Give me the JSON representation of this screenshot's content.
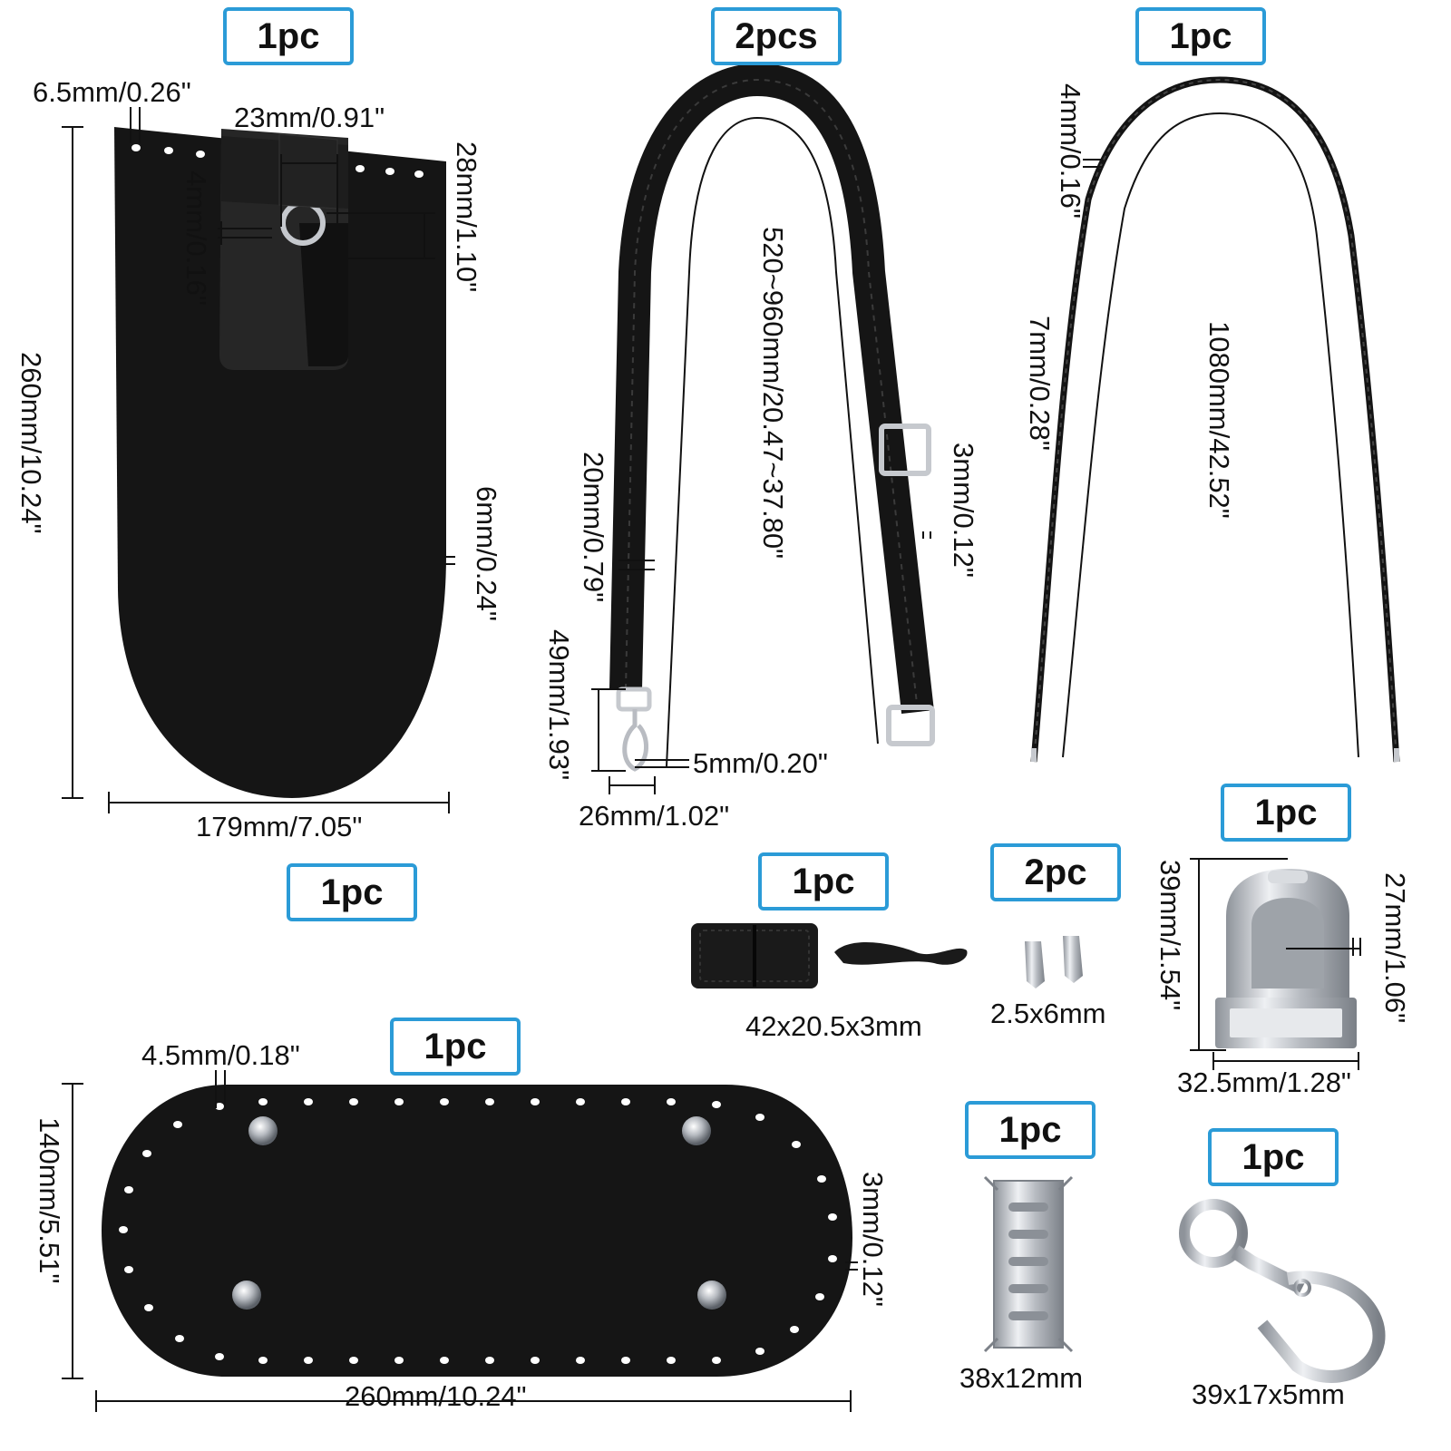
{
  "flap": {
    "count": "1pc",
    "hole_size": "6.5mm/0.26\"",
    "strap_width": "23mm/0.91\"",
    "tab_width": "4mm/0.16\"",
    "ring_height": "28mm/1.10\"",
    "height": "260mm/10.24\"",
    "edge_thickness": "6mm/0.24\"",
    "width": "179mm/7.05\""
  },
  "shoulder_strap": {
    "count": "2pcs",
    "length": "520~960mm/20.47~37.80\"",
    "thickness": "3mm/0.12\"",
    "width": "20mm/0.79\"",
    "hook_length": "49mm/1.93\"",
    "hook_thickness": "5mm/0.20\"",
    "hook_width": "26mm/1.02\""
  },
  "cord": {
    "count": "1pc",
    "thickness": "4mm/0.16\"",
    "width": "7mm/0.28\"",
    "length": "1080mm/42.52\""
  },
  "bottom": {
    "count_label_top": "1pc",
    "count": "1pc",
    "hole_size": "4.5mm/0.18\"",
    "height": "140mm/5.51\"",
    "thickness": "3mm/0.12\"",
    "length": "260mm/10.24\""
  },
  "loop": {
    "count": "1pc",
    "size": "42x20.5x3mm"
  },
  "screws": {
    "count": "2pc",
    "size": "2.5x6mm"
  },
  "lock": {
    "count": "1pc",
    "height": "39mm/1.54\"",
    "inner": "27mm/1.06\"",
    "width": "32.5mm/1.28\""
  },
  "plate": {
    "count": "1pc",
    "size": "38x12mm"
  },
  "clasp": {
    "count": "1pc",
    "size": "39x17x5mm"
  },
  "colors": {
    "badge_border": "#2b9bd7",
    "leather": "#141414",
    "metal": "#c9ccd1"
  }
}
